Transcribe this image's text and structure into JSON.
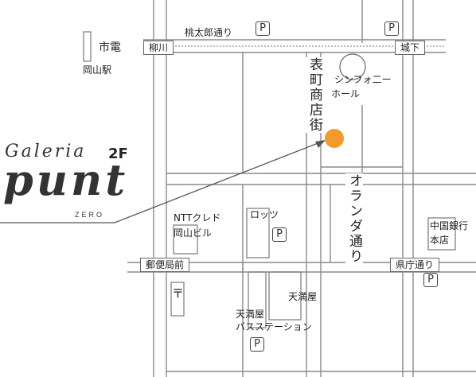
{
  "floor": "2F",
  "logo": {
    "small": "Galeria",
    "big": "punt",
    "sub": "ZERO"
  },
  "streets": {
    "momotaro": "桃太郎通り",
    "omotecho": "表町商店街",
    "oranda": "オランダ通り"
  },
  "intersections": {
    "yanagawa": "柳川",
    "shiroshita": "城下",
    "yubinkyoku": "郵便局前",
    "kenchodori": "県庁通り"
  },
  "stations": {
    "shiden": "市電",
    "okayama": "岡山駅"
  },
  "buildings": {
    "symphony": [
      "シンフォ二ー",
      "ホール"
    ],
    "ntt": [
      "NTTクレド",
      "岡山ビル"
    ],
    "lotz": "ロッツ",
    "chugoku_bank": [
      "中国銀行",
      "本店"
    ],
    "tenmaya": "天満屋",
    "tenmaya_bus": [
      "天満屋",
      "バスステーション"
    ]
  },
  "parking": "P",
  "post_office_symbol": "〒",
  "colors": {
    "destination": "#f39a2b",
    "road": "#888888",
    "arrow": "#555555"
  }
}
